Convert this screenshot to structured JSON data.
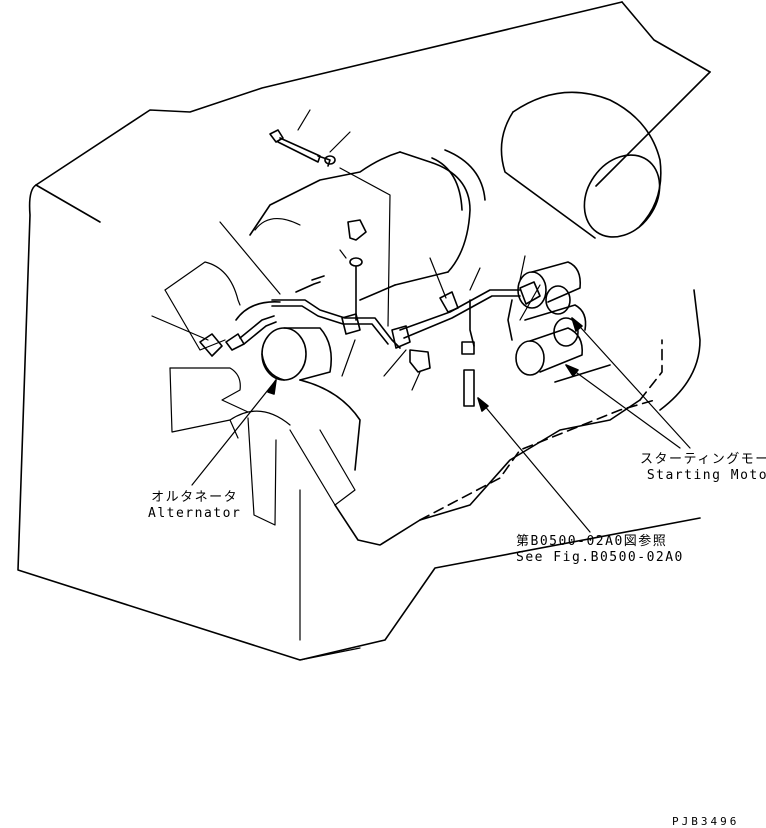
{
  "labels": {
    "alternator_jp": "オルタネータ",
    "alternator_en": "Alternator",
    "starting_motor_jp": "スターティングモータ",
    "starting_motor_en": "Starting Motor",
    "ref_jp": "第B0500-02A0図参照",
    "ref_en": "See Fig.B0500-02A0",
    "drawing_code": "PJB3496"
  }
}
